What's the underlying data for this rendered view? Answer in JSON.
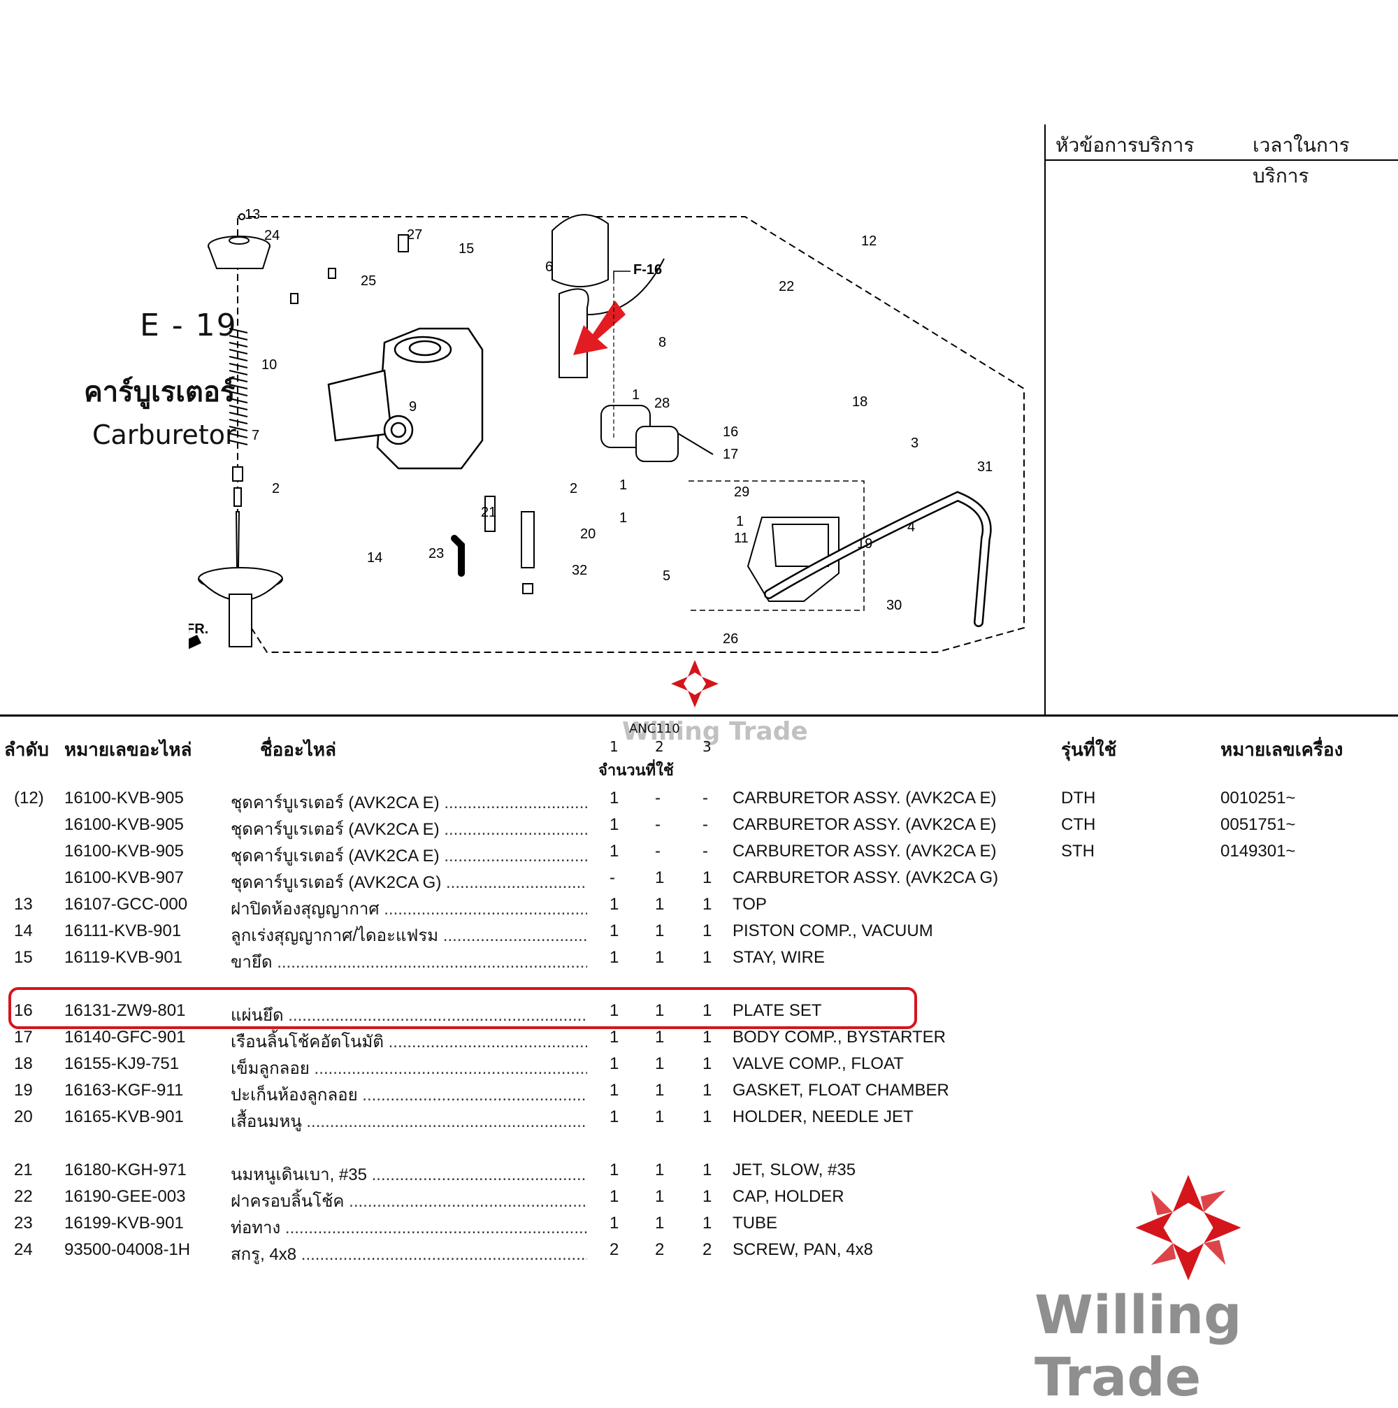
{
  "section": {
    "code": "E - 19",
    "title_th": "คาร์บูเรเตอร์",
    "title_en": "Carburetor"
  },
  "service_panel": {
    "col_topic": "หัวข้อการบริการ",
    "col_time": "เวลาในการบริการ"
  },
  "diagram": {
    "ref_label": "F-16",
    "fr_label": "FR.",
    "callouts": [
      "24",
      "13",
      "25",
      "27",
      "15",
      "6",
      "10",
      "9",
      "7",
      "2",
      "14",
      "21",
      "2",
      "23",
      "20",
      "32",
      "8",
      "22",
      "12",
      "28",
      "16",
      "18",
      "3",
      "17",
      "29",
      "1",
      "1",
      "5",
      "1",
      "11",
      "1",
      "19",
      "4",
      "31",
      "30",
      "26"
    ]
  },
  "table": {
    "headers": {
      "no": "ลำดับ",
      "part_no": "หมายเลขอะไหล่",
      "name": "ชื่ออะไหล่",
      "model_name": "ANC110",
      "qty_cols": [
        "1",
        "2",
        "3"
      ],
      "qty_label": "จำนวนที่ใช้",
      "model": "รุ่นที่ใช้",
      "engine_no": "หมายเลขเครื่อง"
    },
    "rows": [
      {
        "no": "(12)",
        "part": "16100-KVB-905",
        "th": "ชุดคาร์บูเรเตอร์ (AVK2CA E)",
        "q1": "1",
        "q2": "-",
        "q3": "-",
        "en": "CARBURETOR ASSY. (AVK2CA E)",
        "model": "DTH",
        "eng": "0010251~"
      },
      {
        "no": "",
        "part": "16100-KVB-905",
        "th": "ชุดคาร์บูเรเตอร์ (AVK2CA E)",
        "q1": "1",
        "q2": "-",
        "q3": "-",
        "en": "CARBURETOR ASSY. (AVK2CA E)",
        "model": "CTH",
        "eng": "0051751~"
      },
      {
        "no": "",
        "part": "16100-KVB-905",
        "th": "ชุดคาร์บูเรเตอร์ (AVK2CA E)",
        "q1": "1",
        "q2": "-",
        "q3": "-",
        "en": "CARBURETOR ASSY. (AVK2CA E)",
        "model": "STH",
        "eng": "0149301~"
      },
      {
        "no": "",
        "part": "16100-KVB-907",
        "th": "ชุดคาร์บูเรเตอร์ (AVK2CA G)",
        "q1": "-",
        "q2": "1",
        "q3": "1",
        "en": "CARBURETOR ASSY. (AVK2CA G)",
        "model": "",
        "eng": ""
      },
      {
        "no": "13",
        "part": "16107-GCC-000",
        "th": "ฝาปิดห้องสุญญากาศ",
        "q1": "1",
        "q2": "1",
        "q3": "1",
        "en": "TOP",
        "model": "",
        "eng": ""
      },
      {
        "no": "14",
        "part": "16111-KVB-901",
        "th": "ลูกเร่งสุญญากาศ/ไดอะแฟรม",
        "q1": "1",
        "q2": "1",
        "q3": "1",
        "en": "PISTON COMP., VACUUM",
        "model": "",
        "eng": ""
      },
      {
        "no": "15",
        "part": "16119-KVB-901",
        "th": "ขายึด",
        "q1": "1",
        "q2": "1",
        "q3": "1",
        "en": "STAY, WIRE",
        "model": "",
        "eng": ""
      },
      {
        "no": "16",
        "part": "16131-ZW9-801",
        "th": "แผ่นยึด",
        "q1": "1",
        "q2": "1",
        "q3": "1",
        "en": "PLATE SET",
        "model": "",
        "eng": ""
      },
      {
        "no": "17",
        "part": "16140-GFC-901",
        "th": "เรือนลิ้นโช้คอัตโนมัติ",
        "q1": "1",
        "q2": "1",
        "q3": "1",
        "en": "BODY COMP., BYSTARTER",
        "model": "",
        "eng": ""
      },
      {
        "no": "18",
        "part": "16155-KJ9-751",
        "th": "เข็มลูกลอย",
        "q1": "1",
        "q2": "1",
        "q3": "1",
        "en": "VALVE COMP., FLOAT",
        "model": "",
        "eng": ""
      },
      {
        "no": "19",
        "part": "16163-KGF-911",
        "th": "ปะเก็นห้องลูกลอย",
        "q1": "1",
        "q2": "1",
        "q3": "1",
        "en": "GASKET, FLOAT CHAMBER",
        "model": "",
        "eng": ""
      },
      {
        "no": "20",
        "part": "16165-KVB-901",
        "th": "เสื้อนมหนู",
        "q1": "1",
        "q2": "1",
        "q3": "1",
        "en": "HOLDER, NEEDLE JET",
        "model": "",
        "eng": ""
      },
      {
        "no": "21",
        "part": "16180-KGH-971",
        "th": "นมหนูเดินเบา, #35",
        "q1": "1",
        "q2": "1",
        "q3": "1",
        "en": "JET, SLOW, #35",
        "model": "",
        "eng": ""
      },
      {
        "no": "22",
        "part": "16190-GEE-003",
        "th": "ฝาครอบลิ้นโช้ค",
        "q1": "1",
        "q2": "1",
        "q3": "1",
        "en": "CAP, HOLDER",
        "model": "",
        "eng": ""
      },
      {
        "no": "23",
        "part": "16199-KVB-901",
        "th": "ท่อทาง",
        "q1": "1",
        "q2": "1",
        "q3": "1",
        "en": "TUBE",
        "model": "",
        "eng": ""
      },
      {
        "no": "24",
        "part": "93500-04008-1H",
        "th": "สกรู, 4x8",
        "q1": "2",
        "q2": "2",
        "q3": "2",
        "en": "SCREW, PAN, 4x8",
        "model": "",
        "eng": ""
      }
    ]
  },
  "watermark": {
    "text": "Willing Trade",
    "color": "#d4151b"
  }
}
